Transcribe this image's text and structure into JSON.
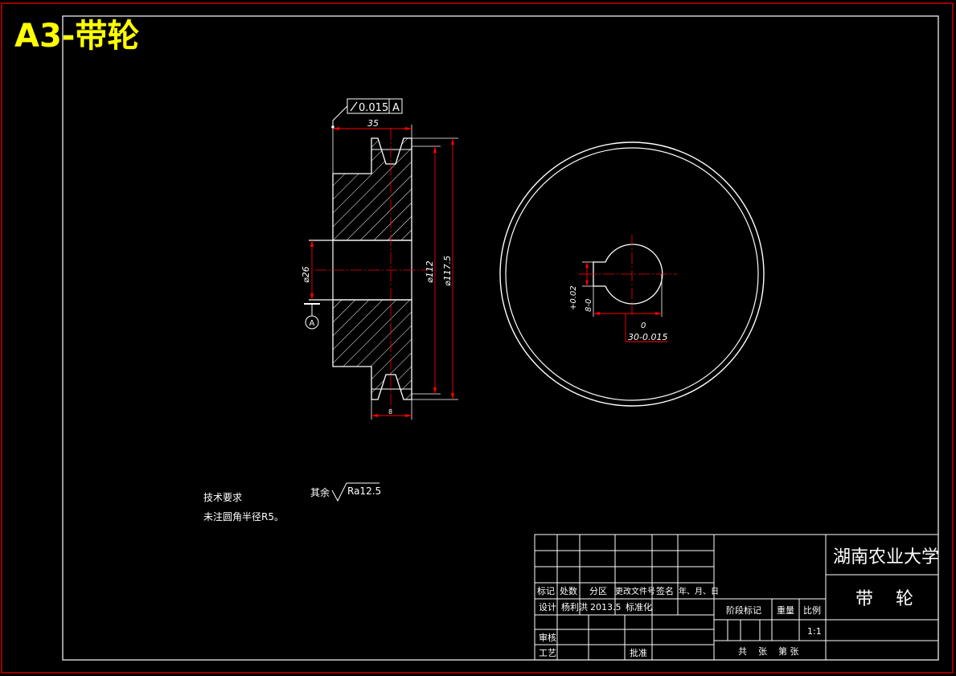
{
  "header": {
    "title": "A3-带轮"
  },
  "section_view": {
    "geometric_tolerance": {
      "value": "0.015",
      "datum": "A"
    },
    "dims": {
      "width": "35",
      "bore": "⌀26",
      "groove_dia": "⌀112",
      "outer_dia": "⌀117.5",
      "groove_width": "8"
    },
    "datum_label": "A"
  },
  "front_view": {
    "keyway_tol_upper": "+0.02",
    "keyway_tol_lower": "8-0",
    "keyway_depth_upper": "0",
    "keyway_depth": "30-0.015"
  },
  "notes": {
    "tech_req_title": "技术要求",
    "tech_req_1": "未注圆角半径R5。",
    "surface_prefix": "其余",
    "surface_ra": "Ra12.5"
  },
  "title_block": {
    "school": "湖南农业大学",
    "part_name": "带    轮",
    "headers": [
      "标记",
      "处数",
      "分区",
      "更改文件号",
      "签名",
      "年、月、日"
    ],
    "design_label": "设计",
    "designer": "杨利洪",
    "date": "2013.5",
    "standardize": "标准化",
    "review": "审核",
    "process": "工艺",
    "approve": "批准",
    "stage_mark": "阶段标记",
    "weight": "重量",
    "scale_label": "比例",
    "scale_value": "1:1",
    "sheets": "共    张    第 张"
  },
  "colors": {
    "frame": "#cc0000",
    "lines": "#ffffff",
    "centerline": "#ff0000",
    "title": "#ffff00"
  }
}
